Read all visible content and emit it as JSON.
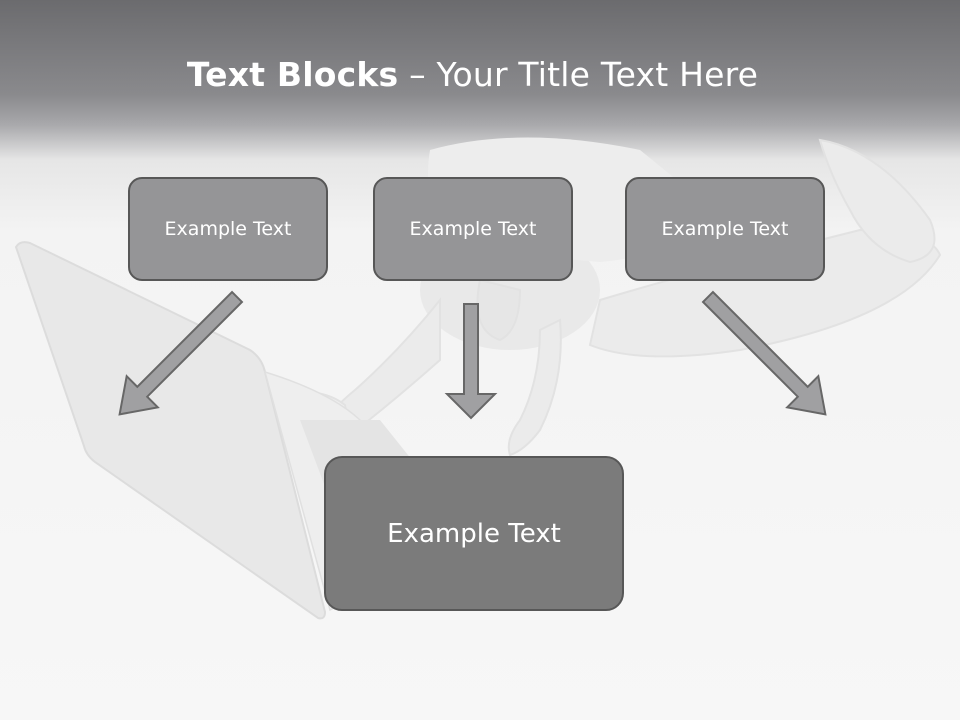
{
  "slide": {
    "title_bold": "Text Blocks",
    "title_rest": " – Your Title Text Here",
    "blocks": [
      {
        "label": "Example Text"
      },
      {
        "label": "Example Text"
      },
      {
        "label": "Example Text"
      }
    ],
    "main_block": {
      "label": "Example Text"
    }
  },
  "colors": {
    "header_band": "#6b6b6e",
    "small_box_fill": "#959597",
    "main_box_fill": "#7b7b7b",
    "box_border": "#575757",
    "arrow_fill": "#a0a0a2",
    "arrow_stroke": "#676767",
    "text": "#ffffff"
  }
}
